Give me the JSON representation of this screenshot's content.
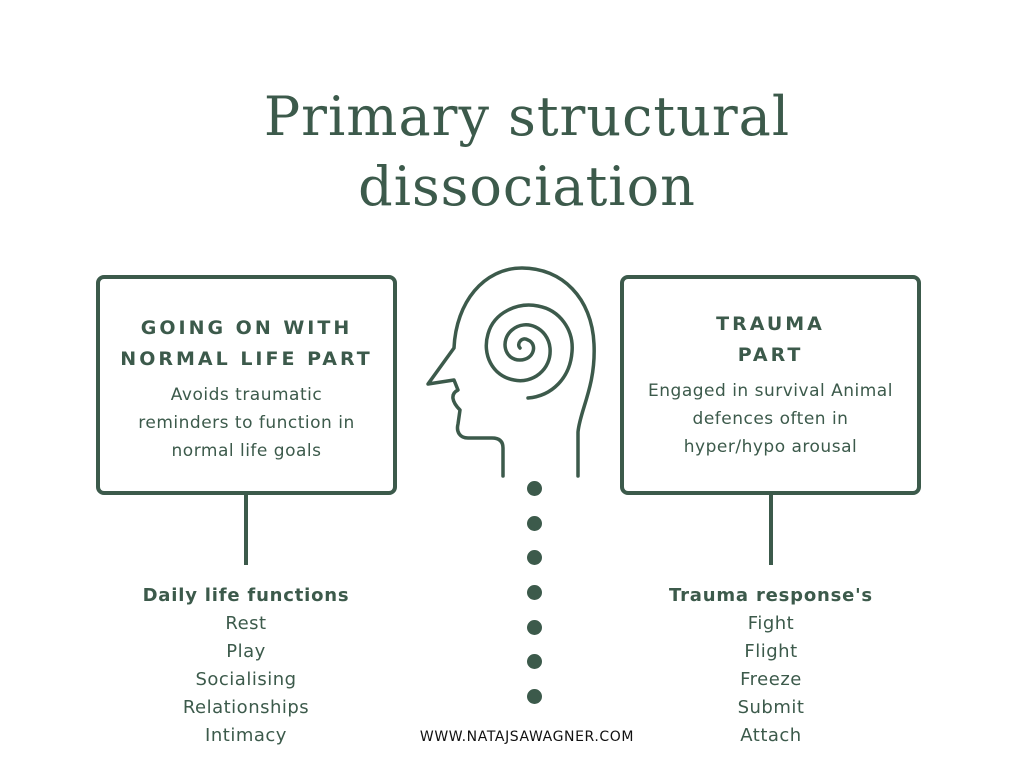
{
  "title": {
    "line1": "Primary structural",
    "line2": "dissociation"
  },
  "left_box": {
    "heading_line1": "GOING ON WITH",
    "heading_line2": "NORMAL LIFE PART",
    "text_line1": "Avoids traumatic",
    "text_line2": "reminders to function in",
    "text_line3": "normal life goals"
  },
  "right_box": {
    "heading_line1": "TRAUMA",
    "heading_line2": "PART",
    "text_line1": "Engaged in survival Animal",
    "text_line2": "defences often in",
    "text_line3": "hyper/hypo arousal"
  },
  "left_list": {
    "title": "Daily life functions",
    "items": [
      "Rest",
      "Play",
      "Socialising",
      "Relationships",
      "Intimacy"
    ]
  },
  "right_list": {
    "title": "Trauma response's",
    "items": [
      "Fight",
      "Flight",
      "Freeze",
      "Submit",
      "Attach"
    ]
  },
  "website": "WWW.NATAJSAWAGNER.COM",
  "colors": {
    "accent": "#3c5a4b",
    "background": "#ffffff",
    "footer_text": "#111111"
  },
  "icons": [
    "head-spiral-icon"
  ]
}
